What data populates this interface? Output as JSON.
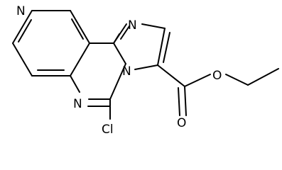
{
  "molecule": {
    "atoms": {
      "pyridine_n": "N",
      "imidazole_n": "N",
      "bridge_n": "N",
      "pyrimidine_n": "N",
      "ester_o_carbonyl": "O",
      "ester_o_ether": "O",
      "chlorine": "Cl"
    }
  }
}
